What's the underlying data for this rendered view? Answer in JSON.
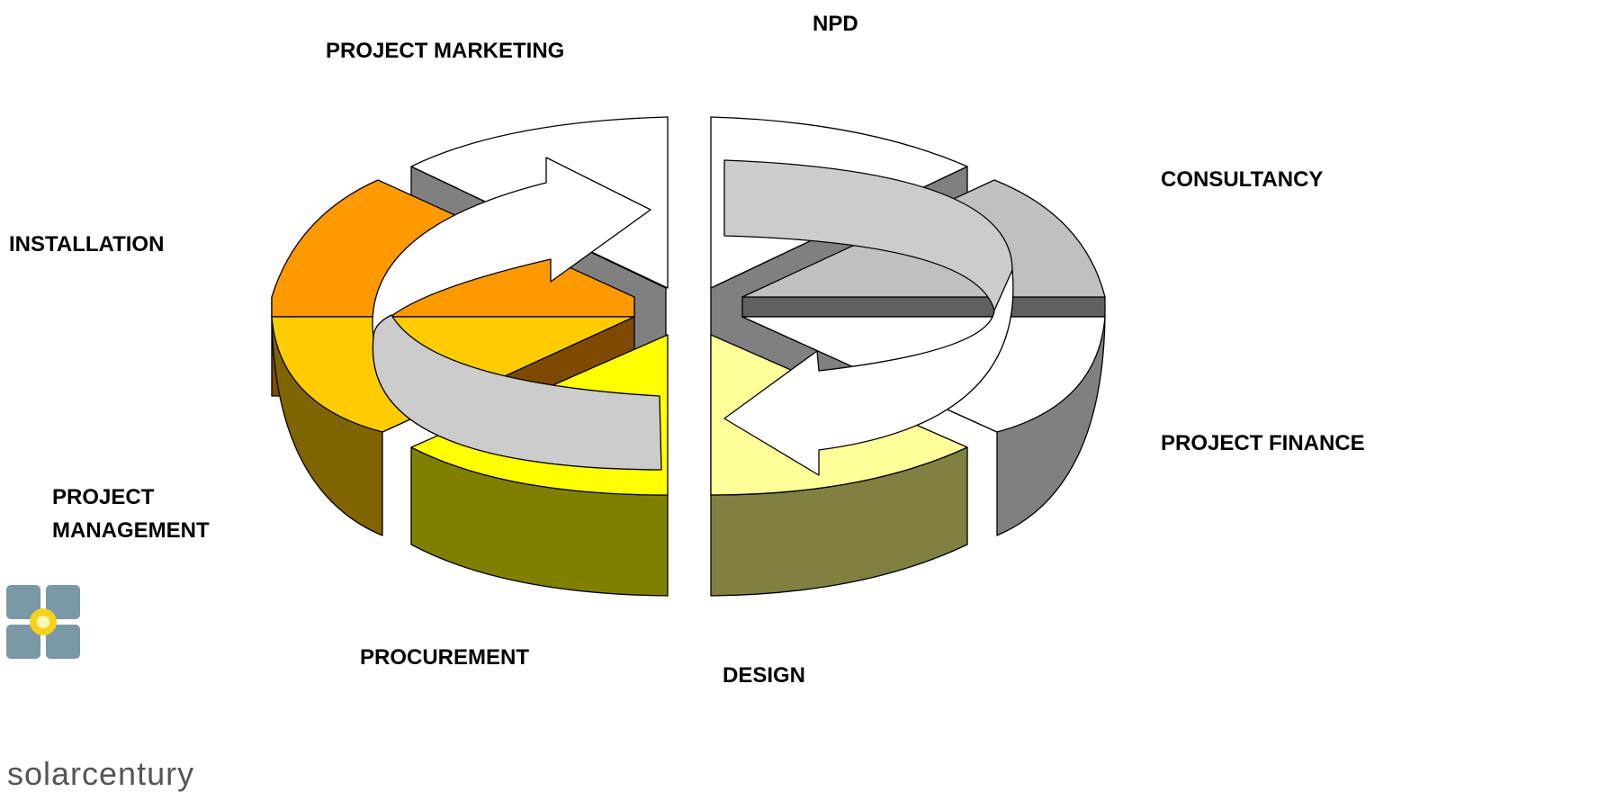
{
  "labels": {
    "npd": "NPD",
    "project_marketing": "PROJECT MARKETING",
    "consultancy": "CONSULTANCY",
    "installation": "INSTALLATION",
    "project_finance": "PROJECT FINANCE",
    "project_management": "PROJECT\nMANAGEMENT",
    "procurement": "PROCUREMENT",
    "design": "DESIGN"
  },
  "logo": {
    "text": "solarcentury",
    "icon": "solarcentury-logo-icon"
  },
  "colors": {
    "installation": "#FF9900",
    "project_management": "#FFCC00",
    "procurement": "#FFFF00",
    "design": "#FFFF99",
    "consultancy": "#C0C0C0",
    "project_finance": "#FFFFFF",
    "arrow_white": "#FFFFFF",
    "arrow_grey": "#CCCCCC",
    "logo_square": "#7A98A6",
    "logo_sun": "#F5D31C"
  }
}
